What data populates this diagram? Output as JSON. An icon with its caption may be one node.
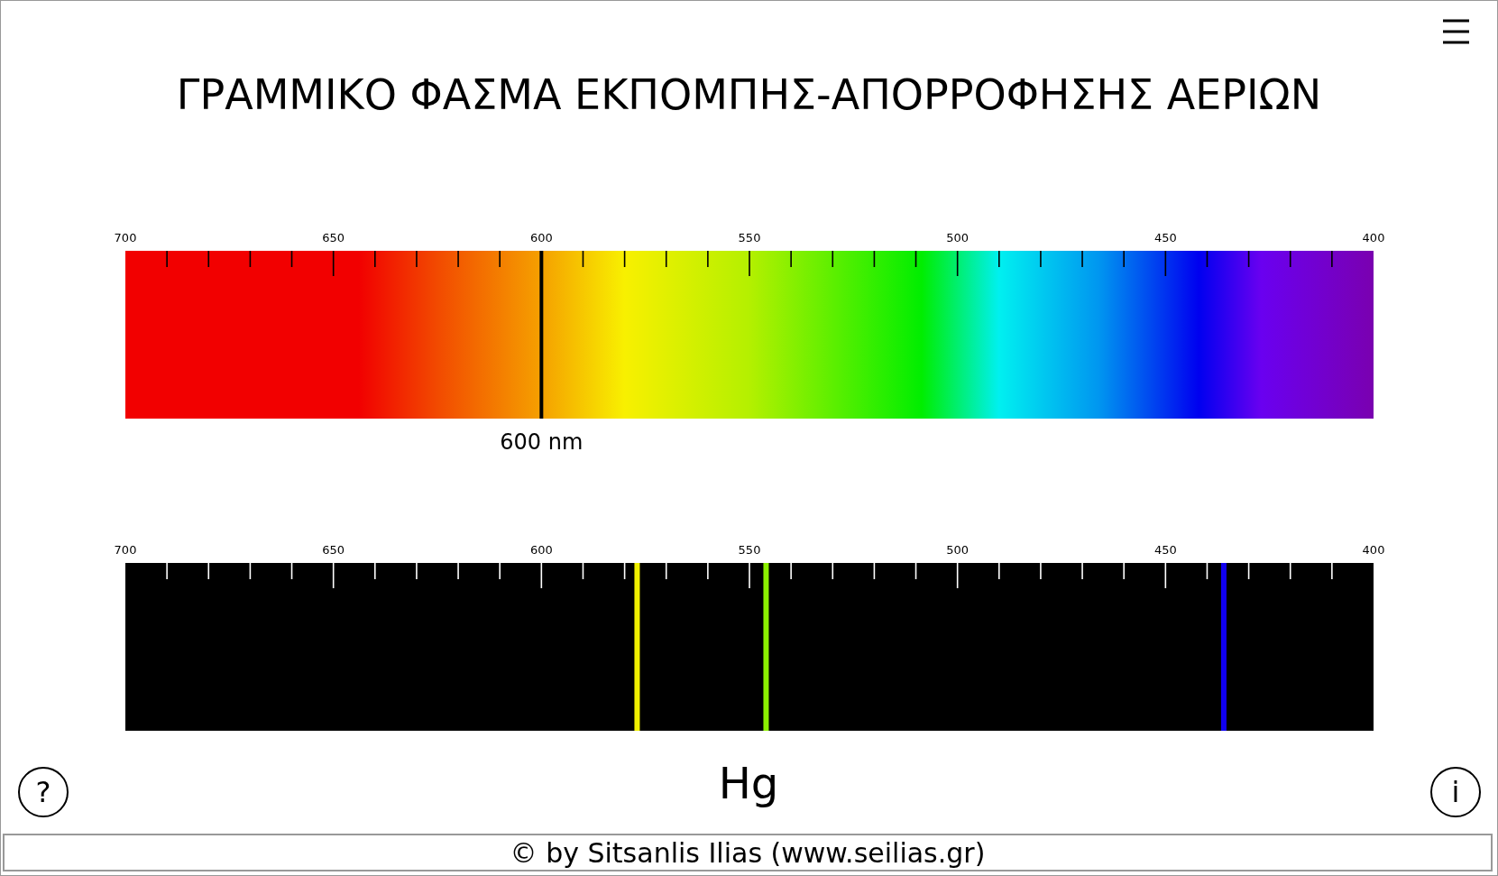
{
  "diagram": {
    "title": "ΓΡΑΜΜΙΚΟ ΦΑΣΜΑ ΕΚΠΟΜΠΗΣ-ΑΠΟΡΡΟΦΗΣΗΣ ΑΕΡΙΩΝ",
    "labels": [
      "700",
      "650",
      "600",
      "550",
      "500",
      "450",
      "400",
      "600 nm",
      "700",
      "650",
      "600",
      "550",
      "500",
      "450",
      "400",
      "?",
      "Hg",
      "i",
      "© by Sitsanlis Ilias (www.seilias.gr)"
    ]
  }
}
